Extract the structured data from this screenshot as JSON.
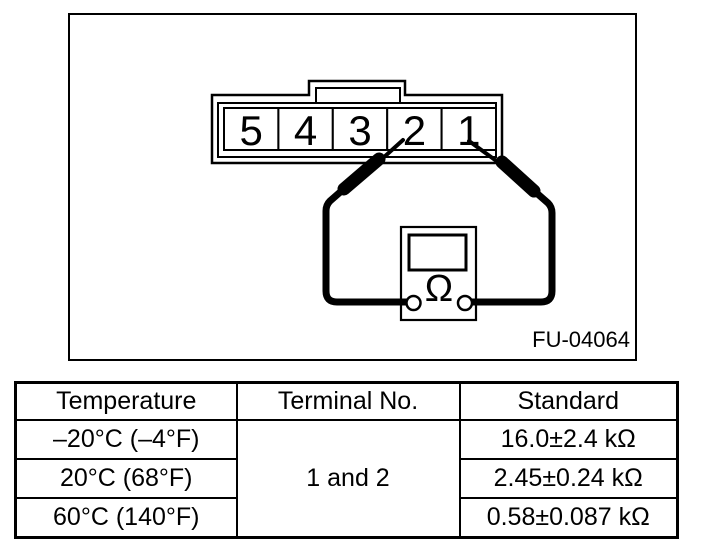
{
  "page": {
    "background_color": "#ffffff",
    "ink_color": "#000000"
  },
  "figure": {
    "code": "FU-04064",
    "connector": {
      "terminals": [
        "5",
        "4",
        "3",
        "2",
        "1"
      ]
    },
    "meter": {
      "symbol": "Ω"
    }
  },
  "table": {
    "headers": [
      "Temperature",
      "Terminal No.",
      "Standard"
    ],
    "terminal_no": "1 and 2",
    "rows": [
      {
        "temperature": "–20°C (–4°F)",
        "standard": "16.0±2.4 kΩ"
      },
      {
        "temperature": "20°C (68°F)",
        "standard": "2.45±0.24 kΩ"
      },
      {
        "temperature": "60°C (140°F)",
        "standard": "0.58±0.087 kΩ"
      }
    ]
  }
}
